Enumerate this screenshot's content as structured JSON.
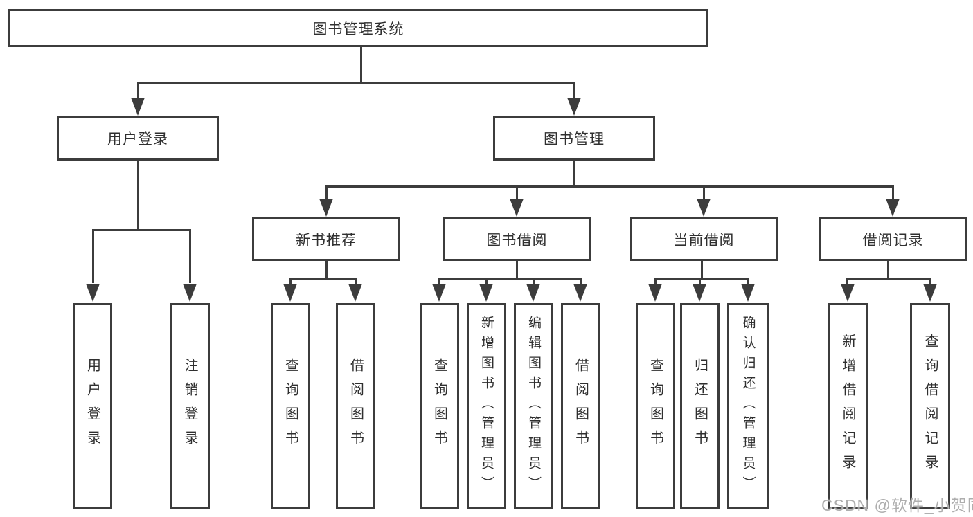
{
  "diagram": {
    "root_label": "图书管理系统",
    "level2": {
      "user_login": "用户登录",
      "book_management": "图书管理"
    },
    "level3": {
      "new_book_recommend": "新书推荐",
      "book_borrow": "图书借阅",
      "current_borrow": "当前借阅",
      "borrow_records": "借阅记录"
    },
    "leaves": {
      "user_login": "用户登录",
      "logout": "注销登录",
      "nb_query": "查询图书",
      "nb_borrow": "借阅图书",
      "bb_query": "查询图书",
      "bb_add": "新增图书（管理员）",
      "bb_edit": "编辑图书（管理员）",
      "bb_borrow": "借阅图书",
      "cb_query": "查询图书",
      "cb_return": "归还图书",
      "cb_confirm": "确认归还（管理员）",
      "br_add": "新增借阅记录",
      "br_query": "查询借阅记录"
    },
    "watermark": "CSDN @软件_小贺同学",
    "colors": {
      "line": "#3c3c3c",
      "text": "#2f2f2f",
      "watermark": "#aeaeae",
      "background": "#ffffff"
    }
  }
}
